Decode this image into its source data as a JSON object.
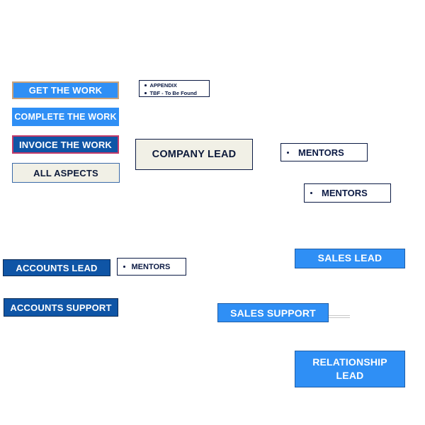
{
  "boxes": {
    "get_the_work": "GET THE WORK",
    "complete_the_work": "COMPLETE THE WORK",
    "invoice_the_work": "INVOICE THE WORK",
    "all_aspects": "ALL ASPECTS",
    "company_lead": "COMPANY LEAD",
    "accounts_lead": "ACCOUNTS LEAD",
    "accounts_support": "ACCOUNTS SUPPORT",
    "sales_lead": "SALES LEAD",
    "sales_support": "SALES SUPPORT",
    "relationship_lead_line1": "RELATIONSHIP",
    "relationship_lead_line2": "LEAD"
  },
  "appendix_list": {
    "items": [
      "APPENDIX",
      "TBF - To Be Found"
    ]
  },
  "mentor_lists": {
    "company_mentors": "MENTORS",
    "sales_mentors": "MENTORS",
    "accounts_mentors": "MENTORS"
  },
  "colors": {
    "light_blue": "#2f8ff5",
    "dark_blue": "#0f55a6",
    "cream": "#f1f0e6",
    "navy_text": "#0b1a44"
  }
}
